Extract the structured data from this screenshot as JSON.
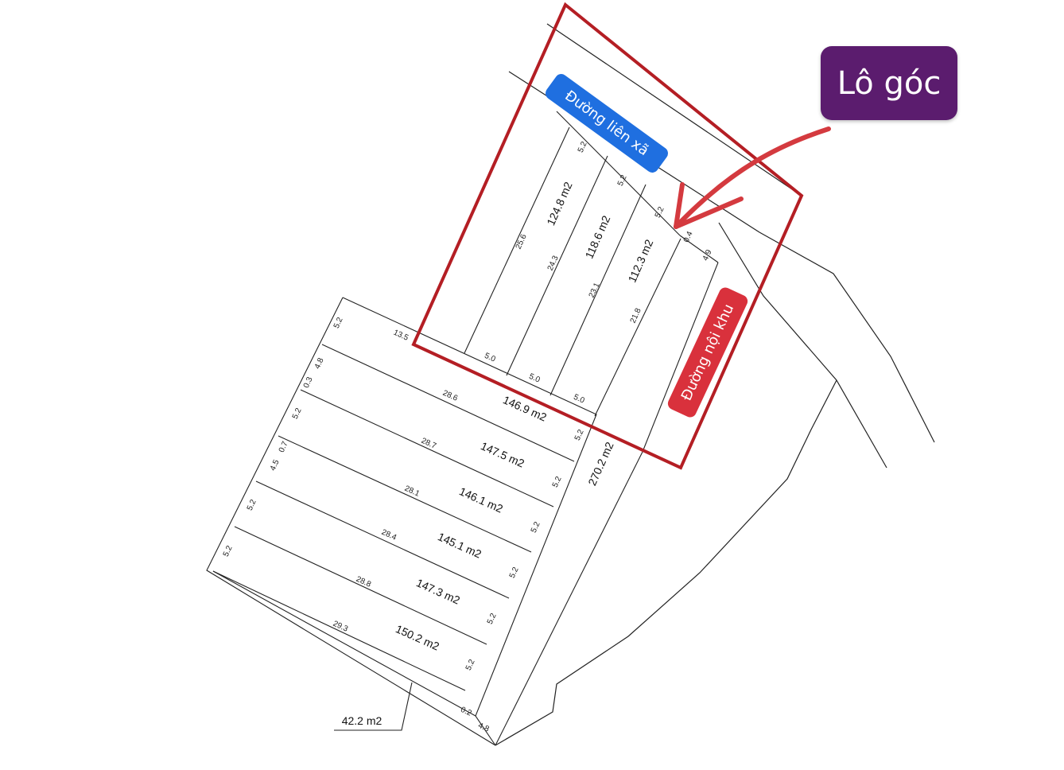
{
  "callout": {
    "label": "Lô góc",
    "bg_color": "#5b1c6e"
  },
  "roads": {
    "lien_xa": {
      "label": "Đường liên xã",
      "color": "#1f6fe0"
    },
    "noi_khu": {
      "label": "Đường nội khu",
      "color": "#d9313c"
    }
  },
  "highlight_color": "#b41e24",
  "upper_lots": [
    {
      "area": "124.8 m2",
      "front": "5.2",
      "depth": "25.6",
      "back": "5.0"
    },
    {
      "area": "118.6 m2",
      "front": "5.2",
      "depth": "24.3",
      "back": "5.0"
    },
    {
      "area": "112.3 m2",
      "front": "5.2",
      "depth": "23.1",
      "back": "5.0"
    }
  ],
  "corner_dims": {
    "a": "0.4",
    "b": "4.9",
    "c": "21.8",
    "d": "13.5"
  },
  "lower_lots": [
    {
      "area": "146.9 m2",
      "length": "28.6",
      "left": "4.8",
      "left2": "0.3",
      "right": "5.2"
    },
    {
      "area": "147.5 m2",
      "length": "28.7",
      "left": "5.2",
      "left2": "",
      "right": "5.2"
    },
    {
      "area": "146.1 m2",
      "length": "28.1",
      "left": "4.5",
      "left2": "0.7",
      "right": "5.2"
    },
    {
      "area": "145.1 m2",
      "length": "28.4",
      "left": "5.2",
      "left2": "",
      "right": "5.2"
    },
    {
      "area": "147.3 m2",
      "length": "28.8",
      "left": "5.2",
      "left2": "",
      "right": "5.2"
    },
    {
      "area": "150.2 m2",
      "length": "29.3",
      "left": "",
      "left2": "",
      "right": "5.2"
    }
  ],
  "top_left_dim": "5.2",
  "big_lot_area": "270.2 m2",
  "small_lot_area": "42.2 m2",
  "bottom_dims": {
    "a": "0.2",
    "b": "4.8"
  }
}
